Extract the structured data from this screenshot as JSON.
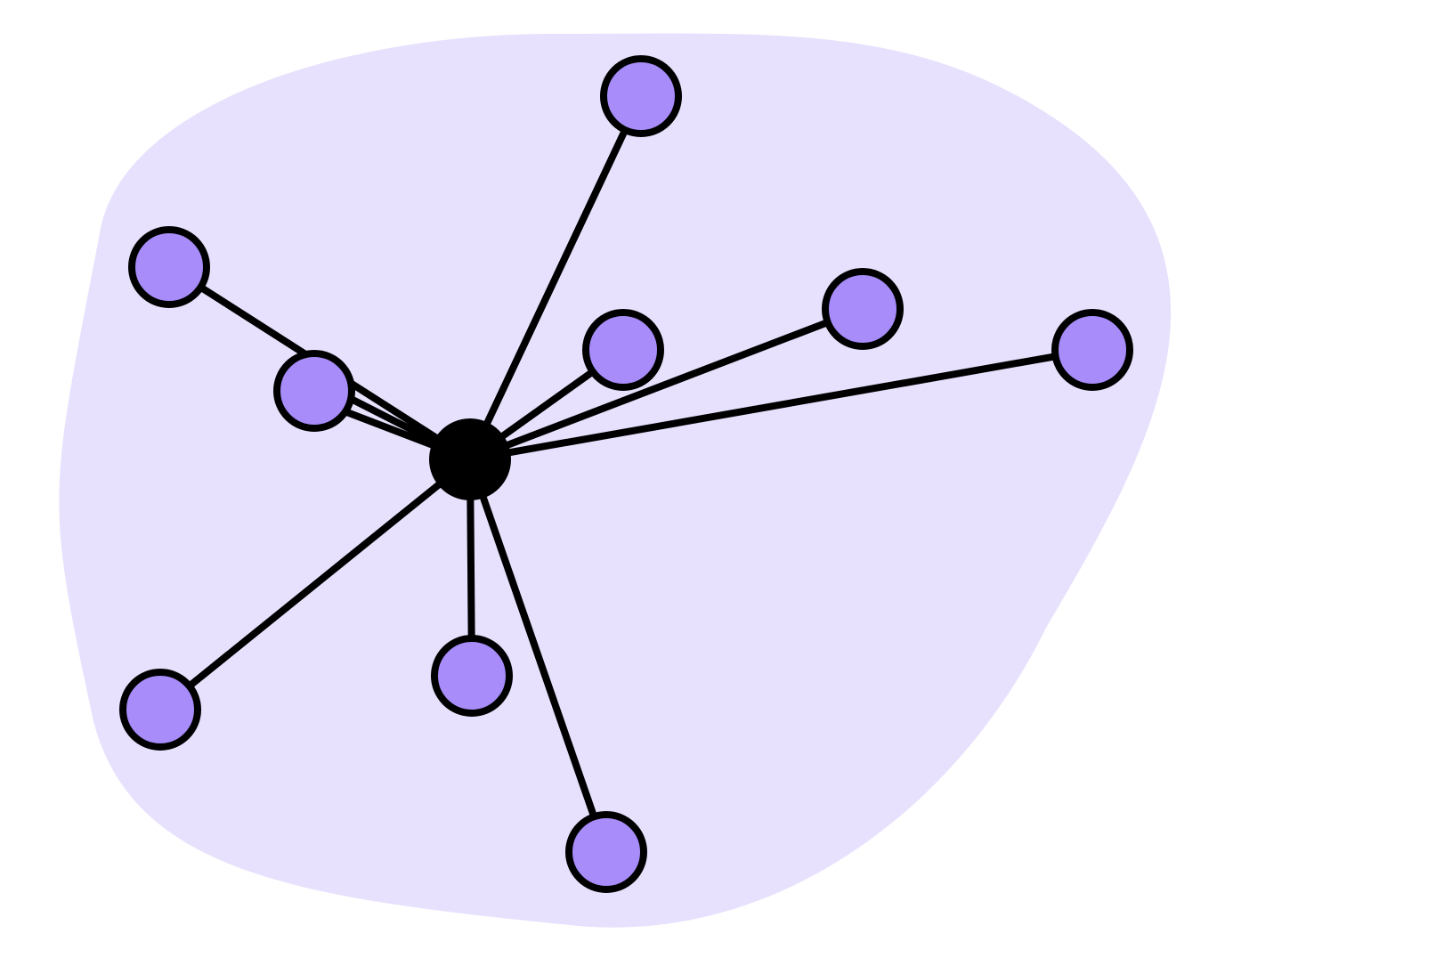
{
  "colors": {
    "background": "#ffffff",
    "region_fill": "#e7e1fd",
    "node_fill": "#a78cfa",
    "node_stroke": "#000000",
    "hub_fill": "#000000",
    "edge_stroke": "#000000"
  },
  "graph": {
    "hub": "hub",
    "nodes": [
      "hub",
      "n1",
      "n2",
      "n3",
      "n4",
      "n5",
      "n6",
      "n7",
      "n8",
      "n9",
      "n10"
    ],
    "edges": [
      [
        "hub",
        "n1"
      ],
      [
        "hub",
        "n2"
      ],
      [
        "hub",
        "n3"
      ],
      [
        "hub",
        "n4"
      ],
      [
        "hub",
        "n5"
      ],
      [
        "hub",
        "n6"
      ],
      [
        "hub",
        "n7"
      ],
      [
        "hub",
        "n8"
      ],
      [
        "hub",
        "n9"
      ],
      [
        "hub",
        "n10"
      ]
    ]
  }
}
